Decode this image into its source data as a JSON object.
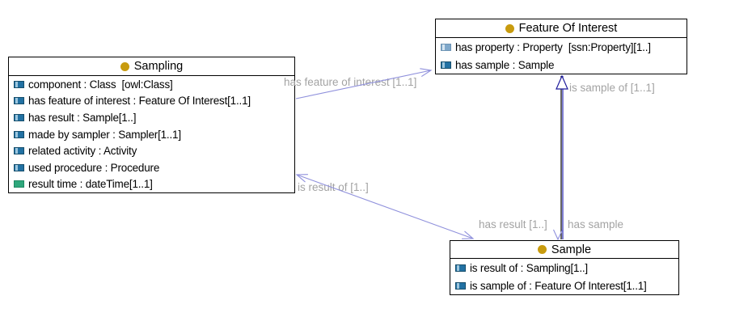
{
  "colors": {
    "class_header_dot": "#c89b0e",
    "attribute_icon_blue": "#2271a3",
    "attribute_icon_light_blue": "#7fa8cb",
    "attribute_icon_teal": "#2fa77c",
    "association_line": "#8f90dc",
    "generalization_line_navy": "#2d2bb4",
    "edge_label_gray": "#a3a3a3",
    "box_border": "#000000"
  },
  "classes": [
    {
      "name": "Sampling",
      "icon": "owl-class-circle-icon",
      "attributes": [
        {
          "icon": "attribute-icon-blue",
          "text": "component : Class  [owl:Class]"
        },
        {
          "icon": "attribute-icon-blue",
          "text": "has feature of interest : Feature Of Interest[1..1]"
        },
        {
          "icon": "attribute-icon-blue",
          "text": "has result : Sample[1..]"
        },
        {
          "icon": "attribute-icon-blue",
          "text": "made by sampler : Sampler[1..1]"
        },
        {
          "icon": "attribute-icon-blue",
          "text": "related activity : Activity"
        },
        {
          "icon": "attribute-icon-blue",
          "text": "used procedure : Procedure"
        },
        {
          "icon": "attribute-icon-teal",
          "text": "result time : dateTime[1..1]"
        }
      ]
    },
    {
      "name": "Feature Of Interest",
      "icon": "owl-class-circle-icon",
      "attributes": [
        {
          "icon": "attribute-icon-light-blue",
          "text": "has property : Property  [ssn:Property][1..]"
        },
        {
          "icon": "attribute-icon-blue",
          "text": "has sample : Sample"
        }
      ]
    },
    {
      "name": "Sample",
      "icon": "owl-class-circle-icon",
      "attributes": [
        {
          "icon": "attribute-icon-blue",
          "text": "is result of : Sampling[1..]"
        },
        {
          "icon": "attribute-icon-blue",
          "text": "is sample of : Feature Of Interest[1..1]"
        }
      ]
    }
  ],
  "edges": [
    {
      "name": "has-feature-of-interest",
      "label": "has feature of interest [1..1]",
      "from": "Sampling",
      "to": "Feature Of Interest"
    },
    {
      "name": "is-result-of",
      "label": "is result of [1..]",
      "from": "Sample",
      "to": "Sampling"
    },
    {
      "name": "has-result",
      "label": "has result [1..]",
      "from": "Sampling",
      "to": "Sample"
    },
    {
      "name": "has-sample",
      "label": "has sample",
      "from": "Feature Of Interest",
      "to": "Sample"
    },
    {
      "name": "is-sample-of",
      "label": "is sample of [1..1]",
      "from": "Sample",
      "to": "Feature Of Interest"
    }
  ]
}
